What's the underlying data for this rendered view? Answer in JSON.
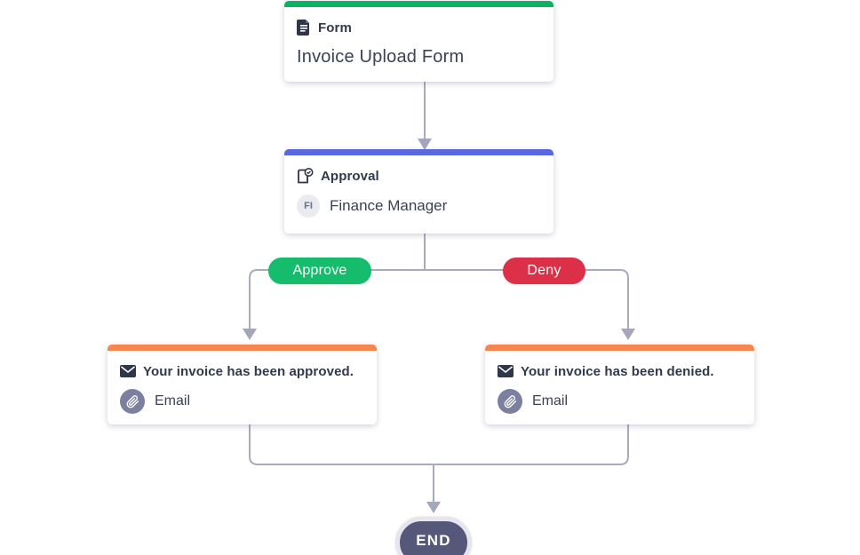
{
  "workflow": {
    "nodes": {
      "form": {
        "type_label": "Form",
        "title": "Invoice Upload Form",
        "accent_color": "#0AB261",
        "icon": "document-icon"
      },
      "approval": {
        "type_label": "Approval",
        "assignee_initials": "FI",
        "assignee_name": "Finance Manager",
        "accent_color": "#5968DE",
        "icon": "approval-document-check-icon"
      },
      "email_approved": {
        "subject": "Your invoice has been approved.",
        "channel": "Email",
        "accent_color": "#F8854E",
        "icon": "envelope-icon"
      },
      "email_denied": {
        "subject": "Your invoice has been denied.",
        "channel": "Email",
        "accent_color": "#F8854E",
        "icon": "envelope-icon"
      },
      "end": {
        "label": "END",
        "fill_color": "#555878",
        "ring_color": "#E5E6F0"
      }
    },
    "branches": {
      "approve": {
        "label": "Approve",
        "color": "#15BC6C"
      },
      "deny": {
        "label": "Deny",
        "color": "#DC3048"
      }
    },
    "connector_color": "#A8ABBF"
  }
}
